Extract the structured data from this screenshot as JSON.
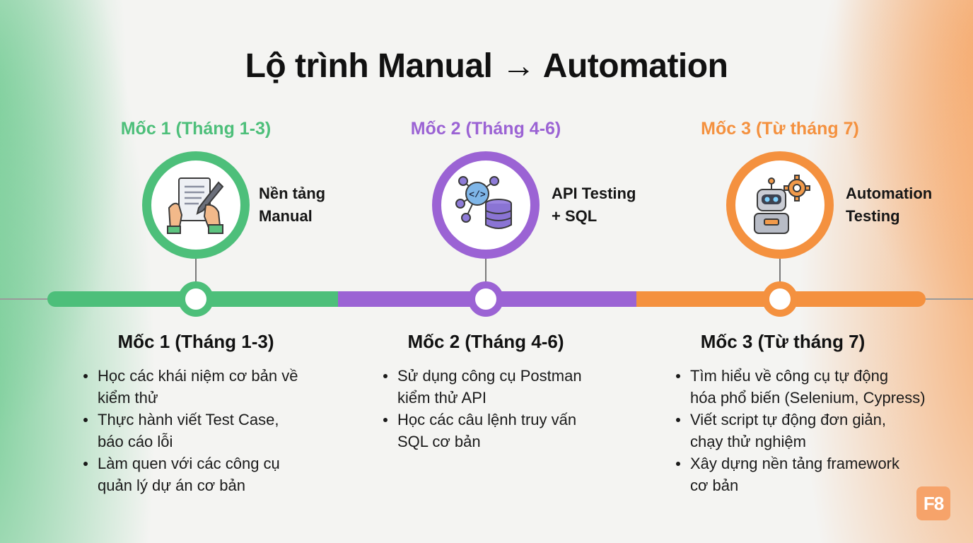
{
  "title": "Lộ trình Manual → Automation",
  "colors": {
    "green": "#4dbf7a",
    "purple": "#9b63d4",
    "orange": "#f4913f"
  },
  "milestones": [
    {
      "label": "Mốc 1 (Tháng 1-3)",
      "caption_line1": "Nền tảng",
      "caption_line2": "Manual",
      "icon": "document-writing-icon",
      "heading": "Mốc 1 (Tháng 1-3)",
      "bullets": [
        [
          "Học các khái niệm cơ bản về",
          "kiểm thử"
        ],
        [
          "Thực hành viết Test Case,",
          "báo cáo lỗi"
        ],
        [
          "Làm quen với các công cụ",
          "quản lý dự án cơ bản"
        ]
      ]
    },
    {
      "label": "Mốc 2 (Tháng 4-6)",
      "caption_line1": "API Testing",
      "caption_line2": "+ SQL",
      "icon": "api-database-icon",
      "heading": "Mốc 2 (Tháng 4-6)",
      "bullets": [
        [
          "Sử dụng công cụ Postman",
          "kiểm thử API"
        ],
        [
          "Học các câu lệnh truy vấn",
          "SQL cơ bản"
        ]
      ]
    },
    {
      "label": "Mốc 3 (Từ tháng 7)",
      "caption_line1": "Automation",
      "caption_line2": "Testing",
      "icon": "robot-gear-icon",
      "heading": "Mốc 3 (Từ tháng 7)",
      "bullets": [
        [
          "Tìm hiểu về công cụ tự động",
          "hóa phổ biến (Selenium, Cypress)"
        ],
        [
          "Viết script tự động đơn giản,",
          "chạy thử nghiệm"
        ],
        [
          "Xây dựng nền tảng framework",
          "cơ bản"
        ]
      ]
    }
  ],
  "logo_text": "F8"
}
